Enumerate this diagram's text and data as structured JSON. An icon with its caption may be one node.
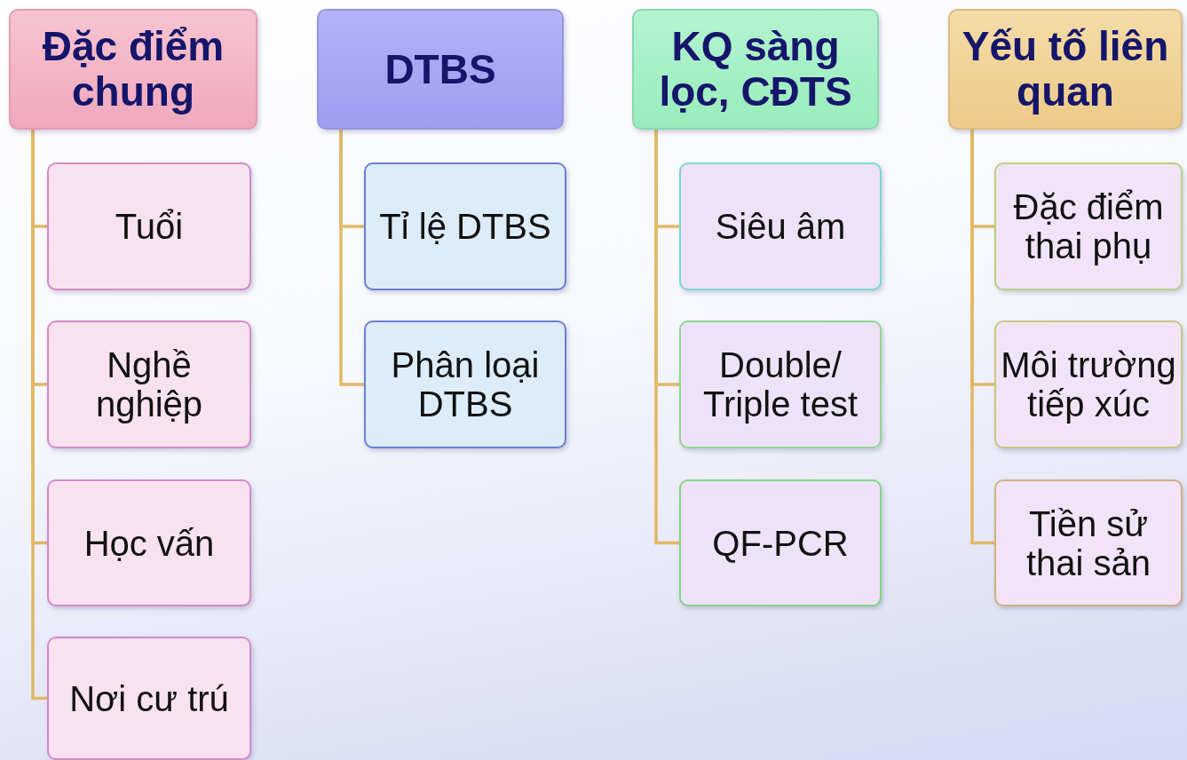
{
  "diagram": {
    "nodes": [
      {
        "text": [
          "Đặc điểm chung"
        ]
      },
      {
        "text": [
          "Tuổi"
        ]
      },
      {
        "text": [
          "Nghề nghiệp"
        ]
      },
      {
        "text": [
          "Học vấn"
        ]
      },
      {
        "text": [
          "Nơi cư trú"
        ]
      },
      {
        "text": [
          "DTBS"
        ]
      },
      {
        "text": [
          "Tỉ lệ DTBS"
        ]
      },
      {
        "text": [
          "Phân loại DTBS"
        ]
      },
      {
        "text": [
          "KQ sàng lọc, CĐTS"
        ]
      },
      {
        "text": [
          "Siêu âm"
        ]
      },
      {
        "text": [
          "Double/ Triple test"
        ]
      },
      {
        "text": [
          "QF-PCR"
        ]
      },
      {
        "text": [
          "Yếu tố liên quan"
        ]
      },
      {
        "text": [
          "Đặc điểm thai phụ"
        ]
      },
      {
        "text": [
          "Môi trường tiếp xúc"
        ]
      },
      {
        "text": [
          "Tiền sử thai sản"
        ]
      }
    ],
    "edges": [
      {
        "from": 0,
        "to": 1,
        "arrow": "none"
      },
      {
        "from": 0,
        "to": 2,
        "arrow": "none"
      },
      {
        "from": 0,
        "to": 3,
        "arrow": "none"
      },
      {
        "from": 0,
        "to": 4,
        "arrow": "none"
      },
      {
        "from": 5,
        "to": 6,
        "arrow": "none"
      },
      {
        "from": 5,
        "to": 7,
        "arrow": "none"
      },
      {
        "from": 8,
        "to": 9,
        "arrow": "none"
      },
      {
        "from": 8,
        "to": 10,
        "arrow": "none"
      },
      {
        "from": 8,
        "to": 11,
        "arrow": "none"
      },
      {
        "from": 12,
        "to": 13,
        "arrow": "none"
      },
      {
        "from": 12,
        "to": 14,
        "arrow": "none"
      },
      {
        "from": 12,
        "to": 15,
        "arrow": "none"
      }
    ]
  }
}
